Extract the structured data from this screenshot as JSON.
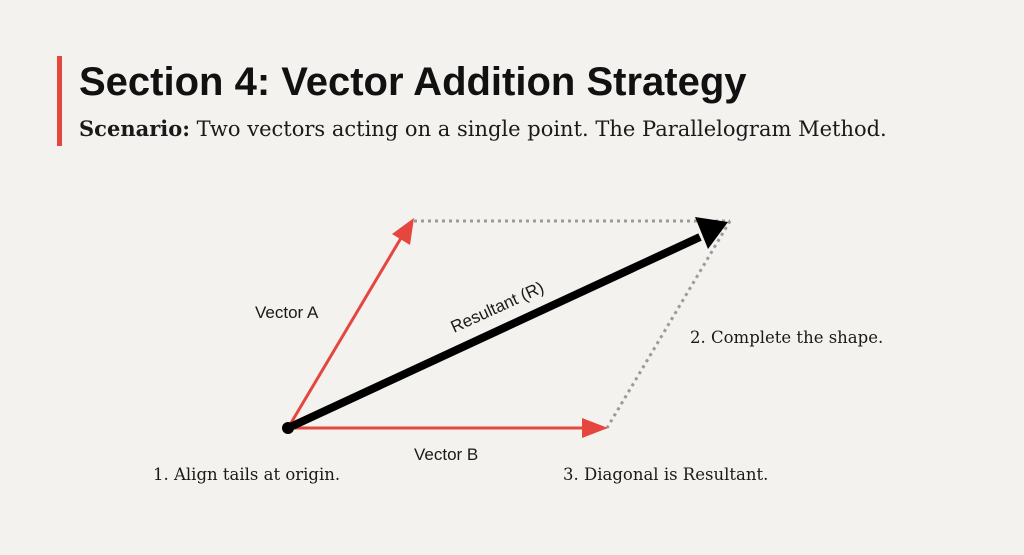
{
  "header": {
    "title": "Section 4: Vector Addition Strategy",
    "subtitle_lead": "Scenario:",
    "subtitle_text": " Two vectors acting on a single point. The Parallelogram Method."
  },
  "diagram": {
    "vector_a_label": "Vector A",
    "vector_b_label": "Vector B",
    "resultant_label": "Resultant (R)",
    "step1": "1. Align tails at origin.",
    "step2": "2. Complete the shape.",
    "step3": "3. Diagonal is Resultant."
  },
  "colors": {
    "accent": "#e5463e",
    "vector": "#e5463e",
    "resultant": "#000000",
    "guide": "#9a9a9a"
  }
}
